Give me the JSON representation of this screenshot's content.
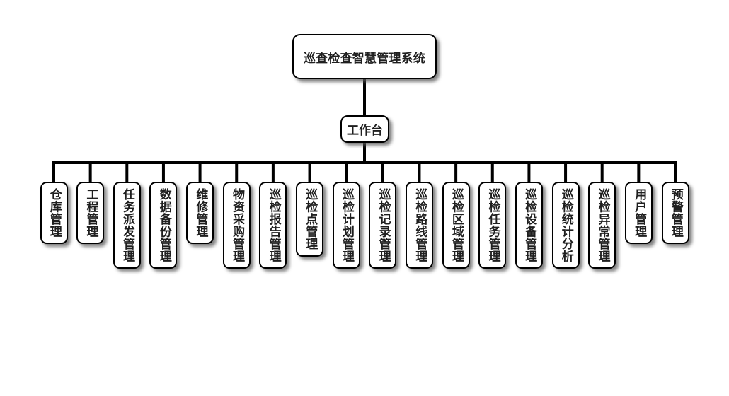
{
  "diagram": {
    "type": "org-tree",
    "root": {
      "label": "巡查检查智慧管理系统"
    },
    "hub": {
      "label": "工作台"
    },
    "modules": [
      {
        "label": "仓库管理"
      },
      {
        "label": "工程管理"
      },
      {
        "label": "任务派发管理"
      },
      {
        "label": "数据备份管理"
      },
      {
        "label": "维修管理"
      },
      {
        "label": "物资采购管理"
      },
      {
        "label": "巡检报告管理"
      },
      {
        "label": "巡检点管理"
      },
      {
        "label": "巡检计划管理"
      },
      {
        "label": "巡检记录管理"
      },
      {
        "label": "巡检路线管理"
      },
      {
        "label": "巡检区域管理"
      },
      {
        "label": "巡检任务管理"
      },
      {
        "label": "巡检设备管理"
      },
      {
        "label": "巡检统计分析"
      },
      {
        "label": "巡检异常管理"
      },
      {
        "label": "用户管理"
      },
      {
        "label": "预警管理"
      }
    ]
  },
  "colors": {
    "line": "#000000",
    "node_border": "#000000",
    "node_fill": "#ffffff",
    "text": "#1f1f1f"
  }
}
